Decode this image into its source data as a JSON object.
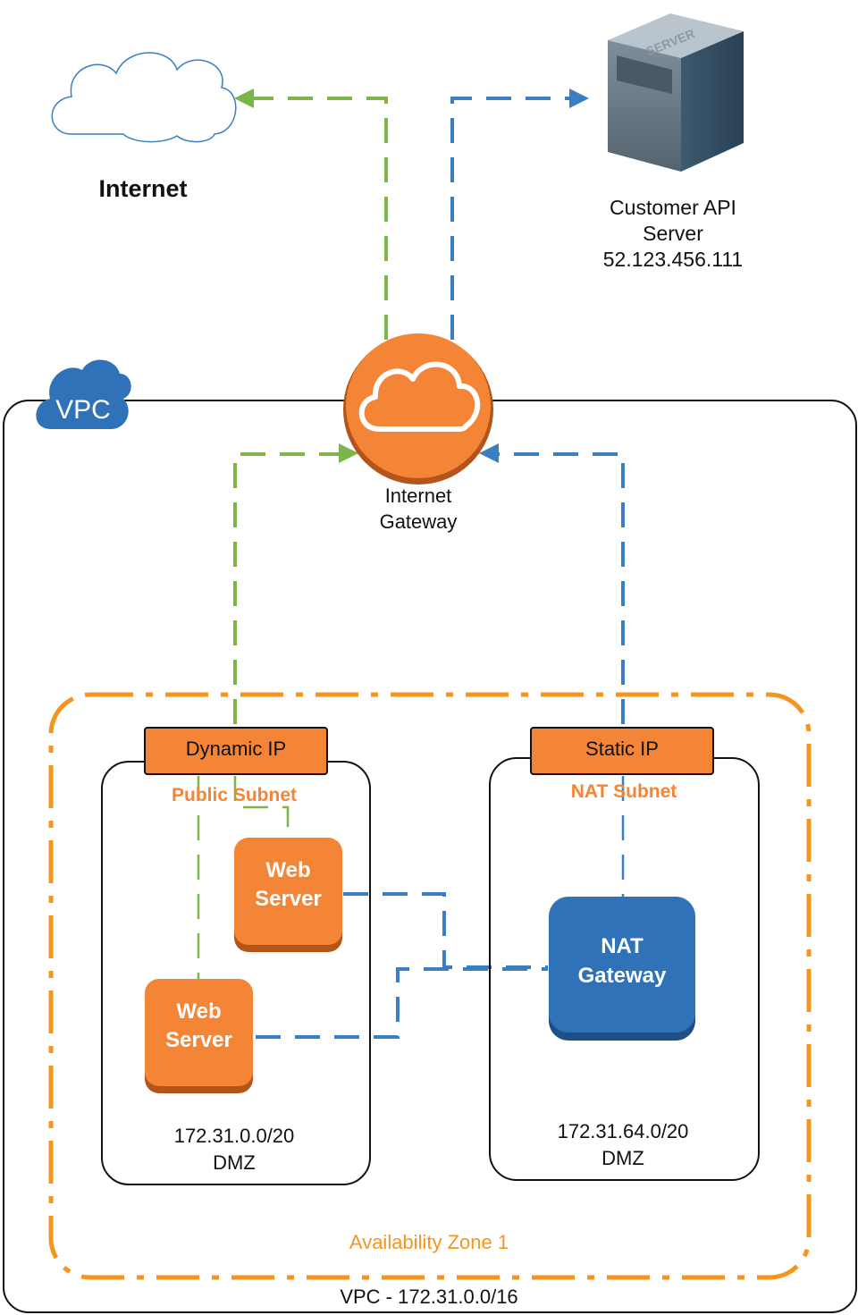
{
  "internet": {
    "label": "Internet"
  },
  "customer_server": {
    "line1": "Customer API",
    "line2": "Server",
    "ip": "52.123.456.111",
    "icon_text": "SERVER"
  },
  "vpc": {
    "badge": "VPC",
    "footer": "VPC - 172.31.0.0/16"
  },
  "internet_gateway": {
    "line1": "Internet",
    "line2": "Gateway"
  },
  "availability_zone": {
    "label": "Availability Zone 1"
  },
  "public_subnet": {
    "ip_tag": "Dynamic IP",
    "title": "Public Subnet",
    "cidr": "172.31.0.0/20",
    "zone": "DMZ",
    "web_server_1": {
      "line1": "Web",
      "line2": "Server"
    },
    "web_server_2": {
      "line1": "Web",
      "line2": "Server"
    }
  },
  "nat_subnet": {
    "ip_tag": "Static IP",
    "title": "NAT Subnet",
    "cidr": "172.31.64.0/20",
    "zone": "DMZ",
    "nat_gateway": {
      "line1": "NAT",
      "line2": "Gateway"
    }
  },
  "colors": {
    "orange": "#f58536",
    "orange_dark": "#b3541a",
    "zone_orange": "#f7941d",
    "green": "#7ab648",
    "blue": "#3a7fc2",
    "nat_blue": "#2f72b8",
    "nat_blue_dark": "#1f4f86"
  }
}
